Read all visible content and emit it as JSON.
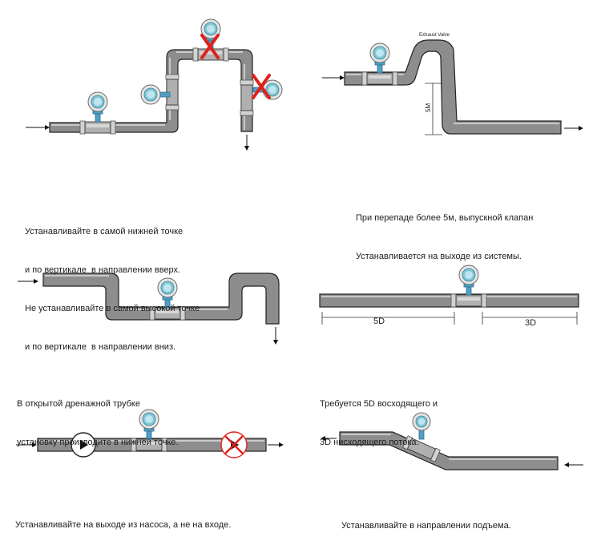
{
  "panel1": {
    "caption": [
      "Устанавливайте в самой нижней точке",
      "и по вертикале  в направлении вверх.",
      "Не устанавливайте в самой высокой точке",
      "и по вертикале  в направлении вниз."
    ]
  },
  "panel2": {
    "label_valve": "Exhaust Valve",
    "label_height": "5M",
    "caption": [
      "При перепаде более 5м, выпускной клапан",
      "Устанавливается на выходе из системы."
    ]
  },
  "panel3": {
    "caption": [
      "В открытой дренажной трубке",
      "установку производите в нижней точке."
    ]
  },
  "panel4": {
    "label_up": "5D",
    "label_down": "3D",
    "caption": [
      "Требуется 5D восходящего и",
      "3D нисходящего потока."
    ]
  },
  "panel5": {
    "caption": [
      "Устанавливайте на выходе из насоса, а не на входе."
    ]
  },
  "panel6": {
    "caption": [
      "Устанавливайте в направлении подъема."
    ]
  },
  "colors": {
    "pipe": "#8d8d8d",
    "wrong_mark": "#e0201b",
    "meter_neck": "#4f9fc6"
  }
}
